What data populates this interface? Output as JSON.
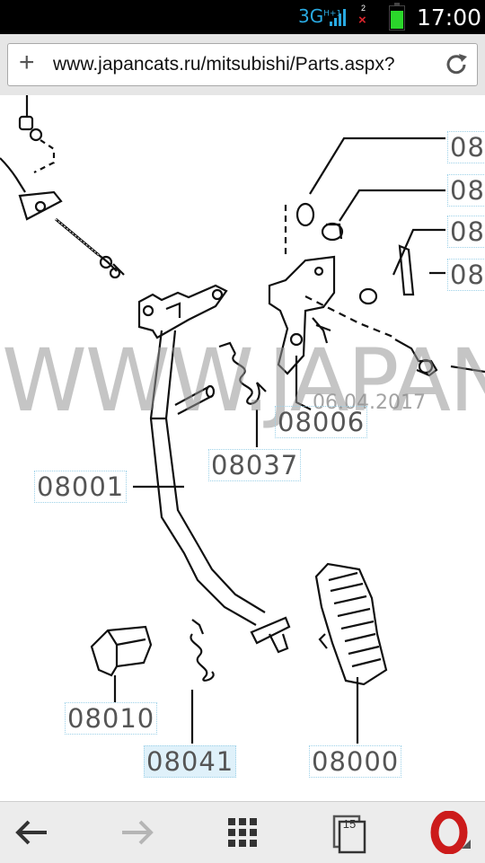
{
  "status_bar": {
    "network": "3G",
    "network_sup": "H+1",
    "sim_slot": "2",
    "no_signal": "×",
    "battery_level": 0.85,
    "time": "17:00"
  },
  "browser": {
    "url": "www.japancats.ru/mitsubishi/Parts.aspx?",
    "tabs_count": "15"
  },
  "diagram": {
    "watermark": "WWW.JAPANC",
    "date_stamp": "06.04.2017",
    "labels": [
      {
        "text": "08",
        "key": "top-right-1"
      },
      {
        "text": "08",
        "key": "top-right-2"
      },
      {
        "text": "08",
        "key": "top-right-3"
      },
      {
        "text": "08",
        "key": "top-right-4"
      },
      {
        "text": "08006",
        "key": "08006"
      },
      {
        "text": "08037",
        "key": "08037"
      },
      {
        "text": "08001",
        "key": "08001"
      },
      {
        "text": "08010",
        "key": "08010"
      },
      {
        "text": "08041",
        "key": "08041"
      },
      {
        "text": "08000",
        "key": "08000"
      }
    ]
  },
  "colors": {
    "status_bg": "#000000",
    "network_blue": "#29a9e1",
    "battery_green": "#2bd62b",
    "opera_red": "#cc1b1b",
    "label_border": "#9dd1e8"
  },
  "icons": [
    "plus-icon",
    "reload-icon",
    "back-arrow-icon",
    "forward-arrow-icon",
    "speed-dial-grid-icon",
    "tabs-icon",
    "opera-logo-icon"
  ]
}
